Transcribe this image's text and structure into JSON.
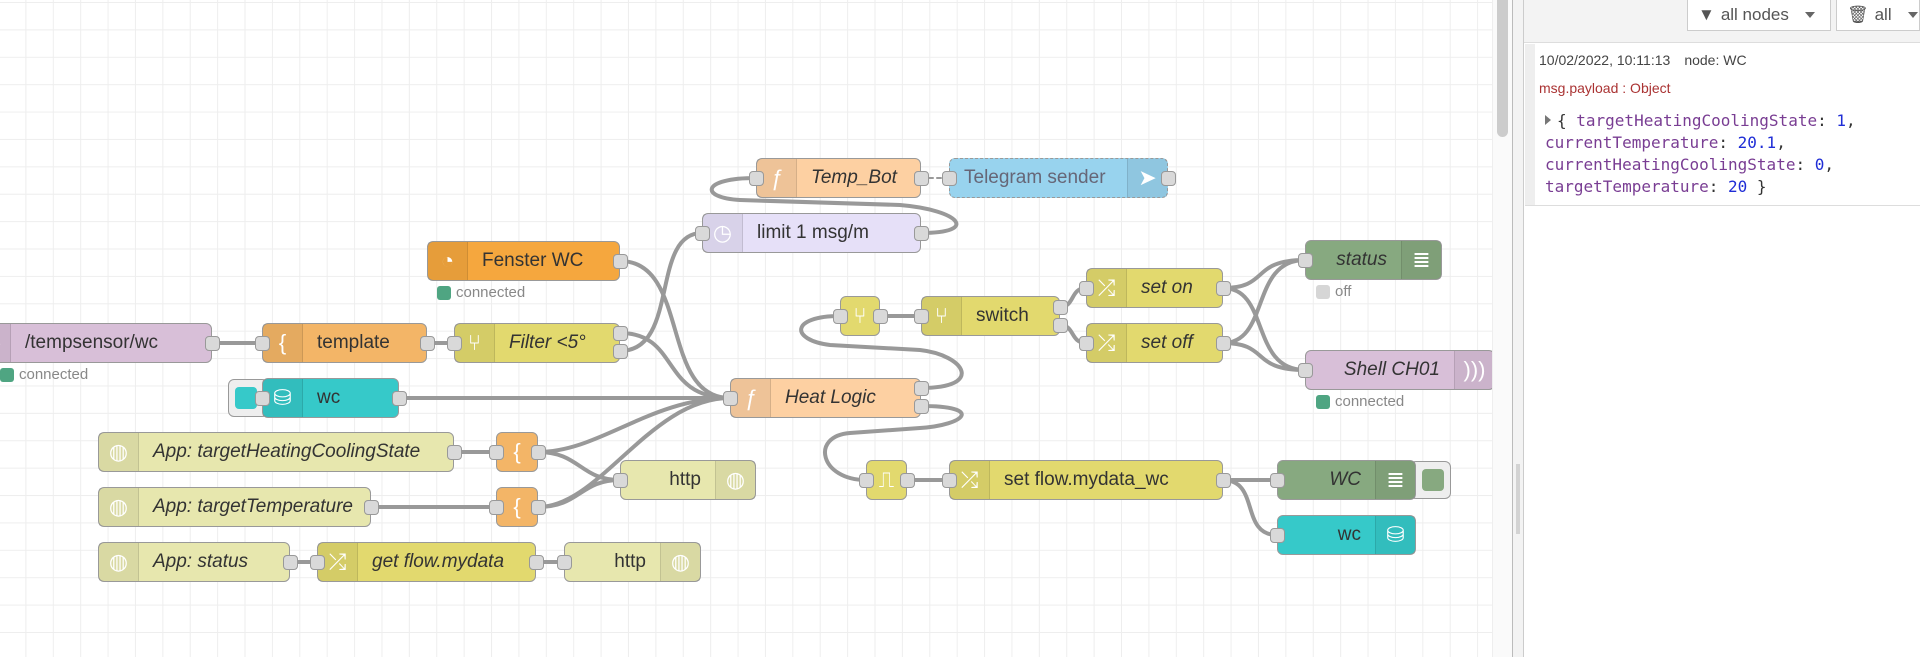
{
  "sidebar": {
    "filter_button": {
      "label": "all nodes",
      "icon": "filter-icon"
    },
    "clear_button": {
      "label": "all",
      "icon": "trash-icon"
    },
    "message": {
      "timestamp": "10/02/2022, 10:11:13",
      "node": "node: WC",
      "path": "msg.payload : Object",
      "payload": [
        {
          "key": "targetHeatingCoolingState",
          "value": "1"
        },
        {
          "key": "currentTemperature",
          "value": "20.1"
        },
        {
          "key": "currentHeatingCoolingState",
          "value": "0"
        },
        {
          "key": "targetTemperature",
          "value": "20"
        }
      ]
    }
  },
  "nodes": {
    "mqtt_in": {
      "label": "/tempsensor/wc",
      "icon": "mqtt-icon",
      "status": "connected"
    },
    "template": {
      "label": "template",
      "icon": "template-icon"
    },
    "filter": {
      "label": "Filter <5°",
      "icon": "switch-icon"
    },
    "fenster": {
      "label": "Fenster WC",
      "icon": "ring-icon",
      "status": "connected"
    },
    "temp_bot": {
      "label": "Temp_Bot",
      "icon": "function-icon"
    },
    "telegram": {
      "label": "Telegram sender",
      "icon": "telegram-icon"
    },
    "limit": {
      "label": "limit 1 msg/m",
      "icon": "timer-icon"
    },
    "heat_logic": {
      "label": "Heat Logic",
      "icon": "function-icon"
    },
    "wc_db_in": {
      "label": "wc",
      "icon": "database-icon"
    },
    "switch": {
      "label": "switch",
      "icon": "switch-icon"
    },
    "set_on": {
      "label": "set on",
      "icon": "change-icon"
    },
    "set_off": {
      "label": "set off",
      "icon": "change-icon"
    },
    "status_debug": {
      "label": "status",
      "icon": "debug-icon",
      "status": "off"
    },
    "shell": {
      "label": "Shell CH01",
      "icon": "mqtt-icon",
      "status": "connected"
    },
    "set_flow": {
      "label": "set flow.mydata_wc",
      "icon": "change-icon"
    },
    "wc_debug": {
      "label": "WC",
      "icon": "debug-icon"
    },
    "wc_db_out": {
      "label": "wc",
      "icon": "database-icon"
    },
    "app_thcs": {
      "label": "App: targetHeatingCoolingState",
      "icon": "globe-icon"
    },
    "http1": {
      "label": "http",
      "icon": "globe-icon"
    },
    "app_tt": {
      "label": "App: targetTemperature",
      "icon": "globe-icon"
    },
    "app_status": {
      "label": "App: status",
      "icon": "globe-icon"
    },
    "get_flow": {
      "label": "get flow.mydata",
      "icon": "change-icon"
    },
    "http2": {
      "label": "http",
      "icon": "globe-icon"
    }
  },
  "colors": {
    "status_connected": "#4fa582",
    "status_off": "#d6d6d6",
    "mqtt": "#d8bfd8",
    "template": "#f3b567",
    "switch": "#e2d96e",
    "function": "#fdd0a2",
    "telegram": "#98d3ee",
    "delay": "#e6e0f8",
    "db": "#36c9c9",
    "debug": "#87a980",
    "http": "#e7e7ae",
    "ring": "#f5a73e"
  }
}
